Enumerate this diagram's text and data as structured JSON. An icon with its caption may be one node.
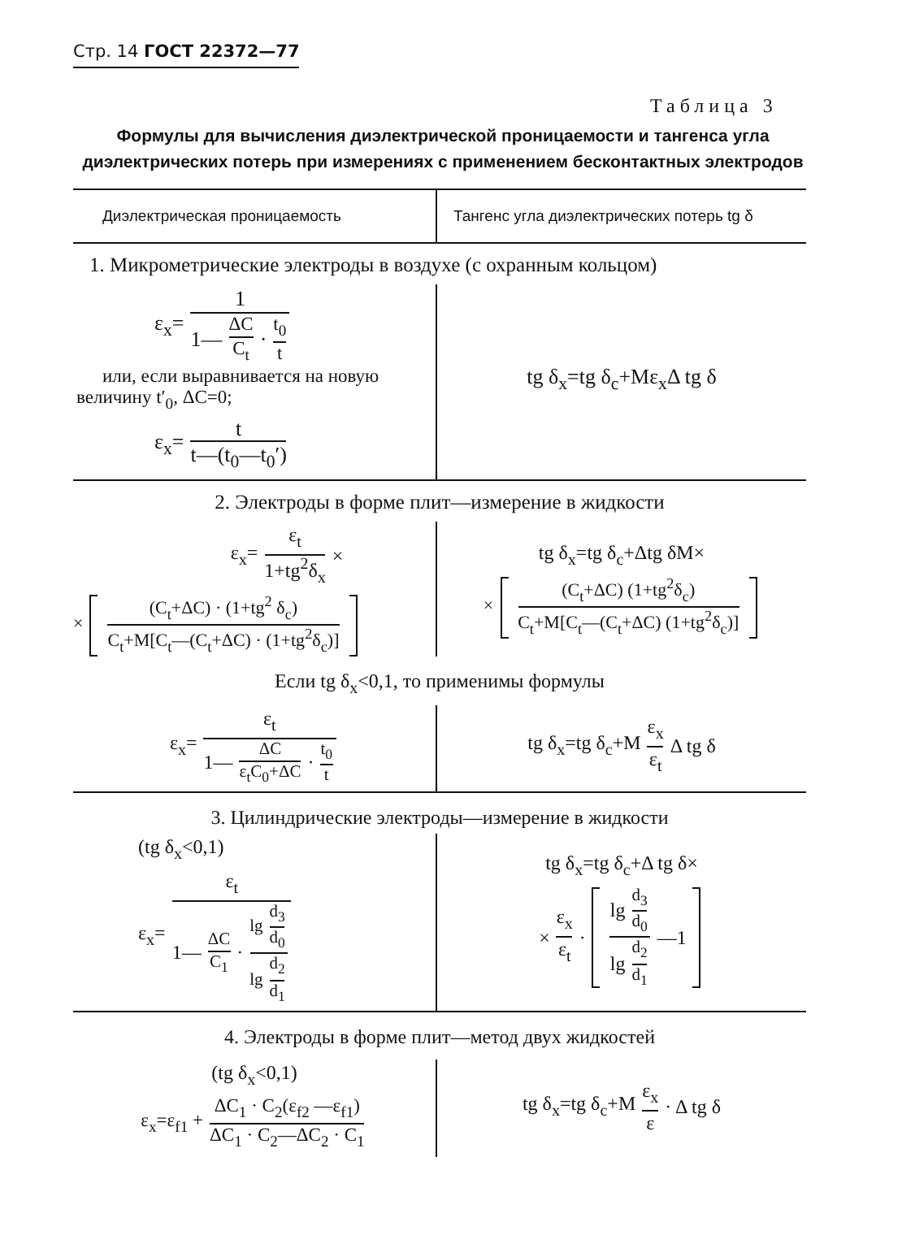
{
  "diagram": {
    "title": "Формулы для вычисления диэлектрической проницаемости и тангенса угла диэлектрических потерь при измерениях с применением бесконтактных электродов",
    "labels": [
      "Стр. 14 **ГОСТ 22372—77**",
      "Таблица 3",
      "Диэлектрическая проницаемость",
      "Тангенс угла диэлектрических потерь tg δ",
      "1. Микрометрические электроды в воздухе (с охранным кольцом)",
      "ε$_{x}$=",
      "1",
      "1—",
      "ΔC",
      "C$_{t}$",
      "·",
      "t$_{0}$",
      "t",
      "или, если выравнивается на новую величину t′$_{0}$, ΔC=0;",
      "ε$_{x}$=",
      "t",
      "t—(t$_{0}$—t$_{0}$′)",
      "tg δ$_{x}$=tg δ$_{c}$+Mε$_{x}$Δ tg δ",
      "2. Электроды в форме плит—измерение в жидкости",
      "ε$_{x}$=",
      "ε$_{t}$",
      "1+tg$^{2}$δ$_{x}$",
      "×",
      "×",
      "(C$_{t}$+ΔC) · (1+tg$^{2}$ δ$_{c}$)",
      "C$_{t}$+M[C$_{t}$—(C$_{t}$+ΔC) · (1+tg$^{2}$δ$_{c}$)]",
      "tg δ$_{x}$=tg δ$_{c}$+Δtg δM×",
      "×",
      "(C$_{t}$+ΔC) (1+tg$^{2}$δ$_{c}$)",
      "C$_{t}$+M[C$_{t}$—(C$_{t}$+ΔC) (1+tg$^{2}$δ$_{c}$)]",
      "Если tg δ$_{x}$<0,1, то применимы формулы",
      "ε$_{x}$=",
      "ε$_{t}$",
      "1—",
      "ΔC",
      "ε$_{t}$C$_{0}$+ΔC",
      "·",
      "t$_{0}$",
      "t",
      "tg δ$_{x}$=tg δ$_{c}$+M",
      "ε$_{x}$",
      "ε$_{t}$",
      "Δ tg δ",
      "3. Цилиндрические электроды—измерение в жидкости",
      "(tg δ$_{x}$<0,1)",
      "ε$_{x}$=",
      "ε$_{t}$",
      "1—",
      "ΔC",
      "C$_{1}$",
      "·",
      "lg",
      "d$_{3}$",
      "d$_{0}$",
      "lg",
      "d$_{2}$",
      "d$_{1}$",
      "tg δ$_{x}$=tg δ$_{c}$+Δ tg δ×",
      "×",
      "ε$_{x}$",
      "ε$_{t}$",
      "·",
      "lg",
      "d$_{3}$",
      "d$_{0}$",
      "lg",
      "d$_{2}$",
      "d$_{1}$",
      "—1",
      "4. Электроды в форме плит—метод двух жидкостей",
      "(tg δ$_{x}$<0,1)",
      "ε$_{x}$=ε$_{f1}$ +",
      "ΔC$_{1}$ · C$_{2}$(ε$_{f2}$ —ε$_{f1}$)",
      "ΔC$_{1}$ · C$_{2}$—ΔC$_{2}$ · C$_{1}$",
      "tg δ$_{x}$=tg δ$_{c}$+M",
      "ε$_{x}$",
      "ε",
      "· Δ tg δ"
    ]
  }
}
